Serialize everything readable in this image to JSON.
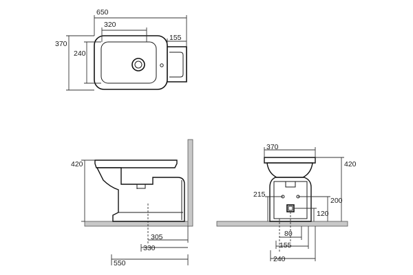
{
  "top_view": {
    "dims": {
      "overall_length": "650",
      "bowl_width": "320",
      "back_depth": "155",
      "overall_width": "370",
      "bowl_depth": "240"
    }
  },
  "side_view": {
    "dims": {
      "height": "420",
      "d305": "305",
      "d330": "330",
      "d550": "550"
    }
  },
  "front_view": {
    "dims": {
      "width": "370",
      "height": "420",
      "d215": "215",
      "d200": "200",
      "d120": "120",
      "d80": "80",
      "d155": "155",
      "d240": "240"
    }
  },
  "colors": {
    "line": "#1a1a1a",
    "floor": "#c8c8c8"
  }
}
